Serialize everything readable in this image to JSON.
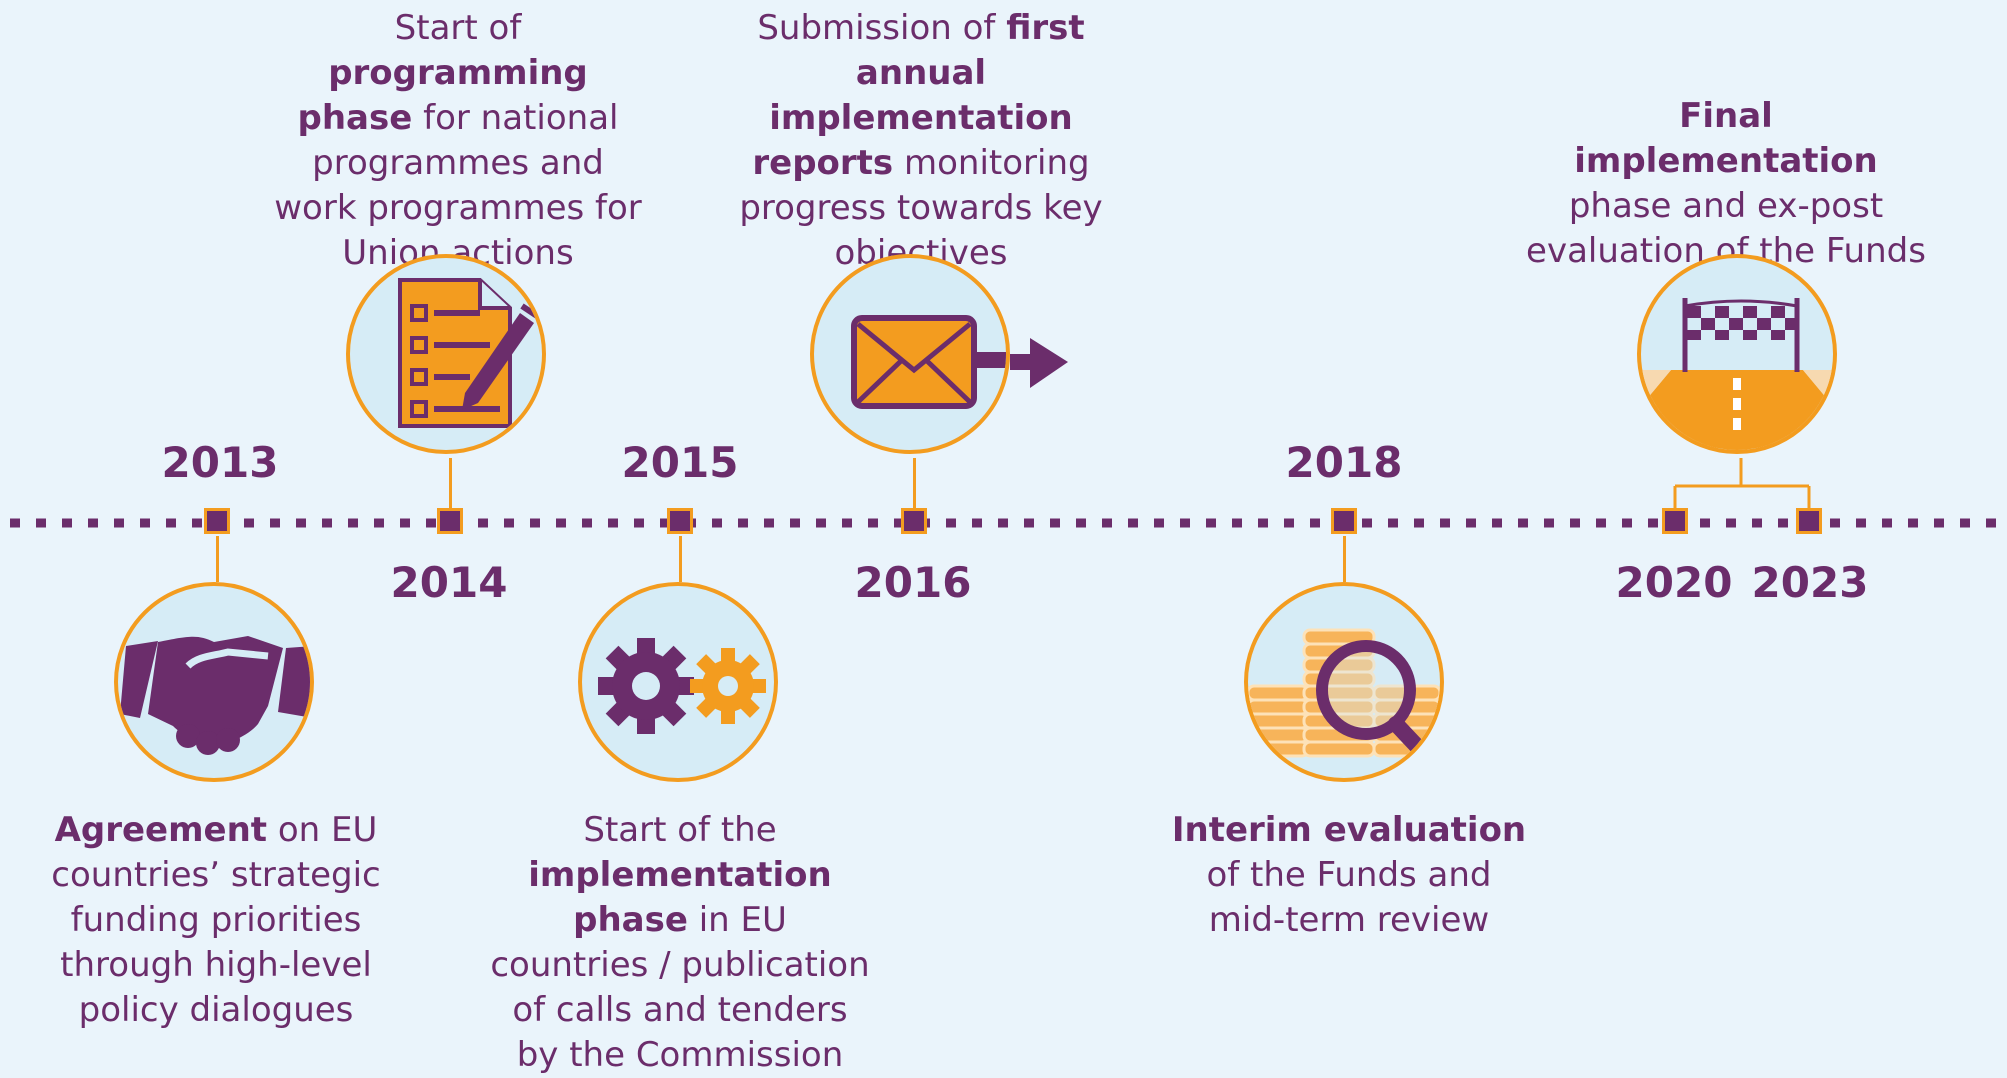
{
  "timeline": {
    "events": [
      {
        "id": "e2013",
        "year": "2013",
        "pre": "",
        "bold": "Agreement",
        "post": " on EU countries’ strategic funding priorities through high-level policy dialogues"
      },
      {
        "id": "e2014",
        "year": "2014",
        "pre": "Start of ",
        "bold": "programming phase",
        "post": " for national programmes and work programmes for Union actions"
      },
      {
        "id": "e2015",
        "year": "2015",
        "pre": "Start of the ",
        "bold": "implementation phase",
        "post": " in EU countries / publication of calls and tenders by the Commission"
      },
      {
        "id": "e2016",
        "year": "2016",
        "pre": "Submission of ",
        "bold": "first annual implementation reports",
        "post": " monitoring progress towards key objectives"
      },
      {
        "id": "e2018",
        "year": "2018",
        "pre": "",
        "bold": "Interim evaluation",
        "post": " of the Funds and mid-term review"
      },
      {
        "id": "e2020",
        "year": "2020",
        "pre": "",
        "bold": "Final implementation",
        "post": " phase and ex-post evaluation of the Funds"
      },
      {
        "id": "e2023",
        "year": "2023",
        "pre": "",
        "bold": "",
        "post": ""
      }
    ],
    "icons": [
      "handshake-icon",
      "checklist-icon",
      "gears-icon",
      "envelope-icon",
      "coins-magnifier-icon",
      "finish-line-icon"
    ],
    "colors": {
      "purple": "#6b2d6b",
      "orange": "#f39c1f",
      "circle_fill": "#d6ecf6",
      "background": "#eaf4fb"
    }
  }
}
